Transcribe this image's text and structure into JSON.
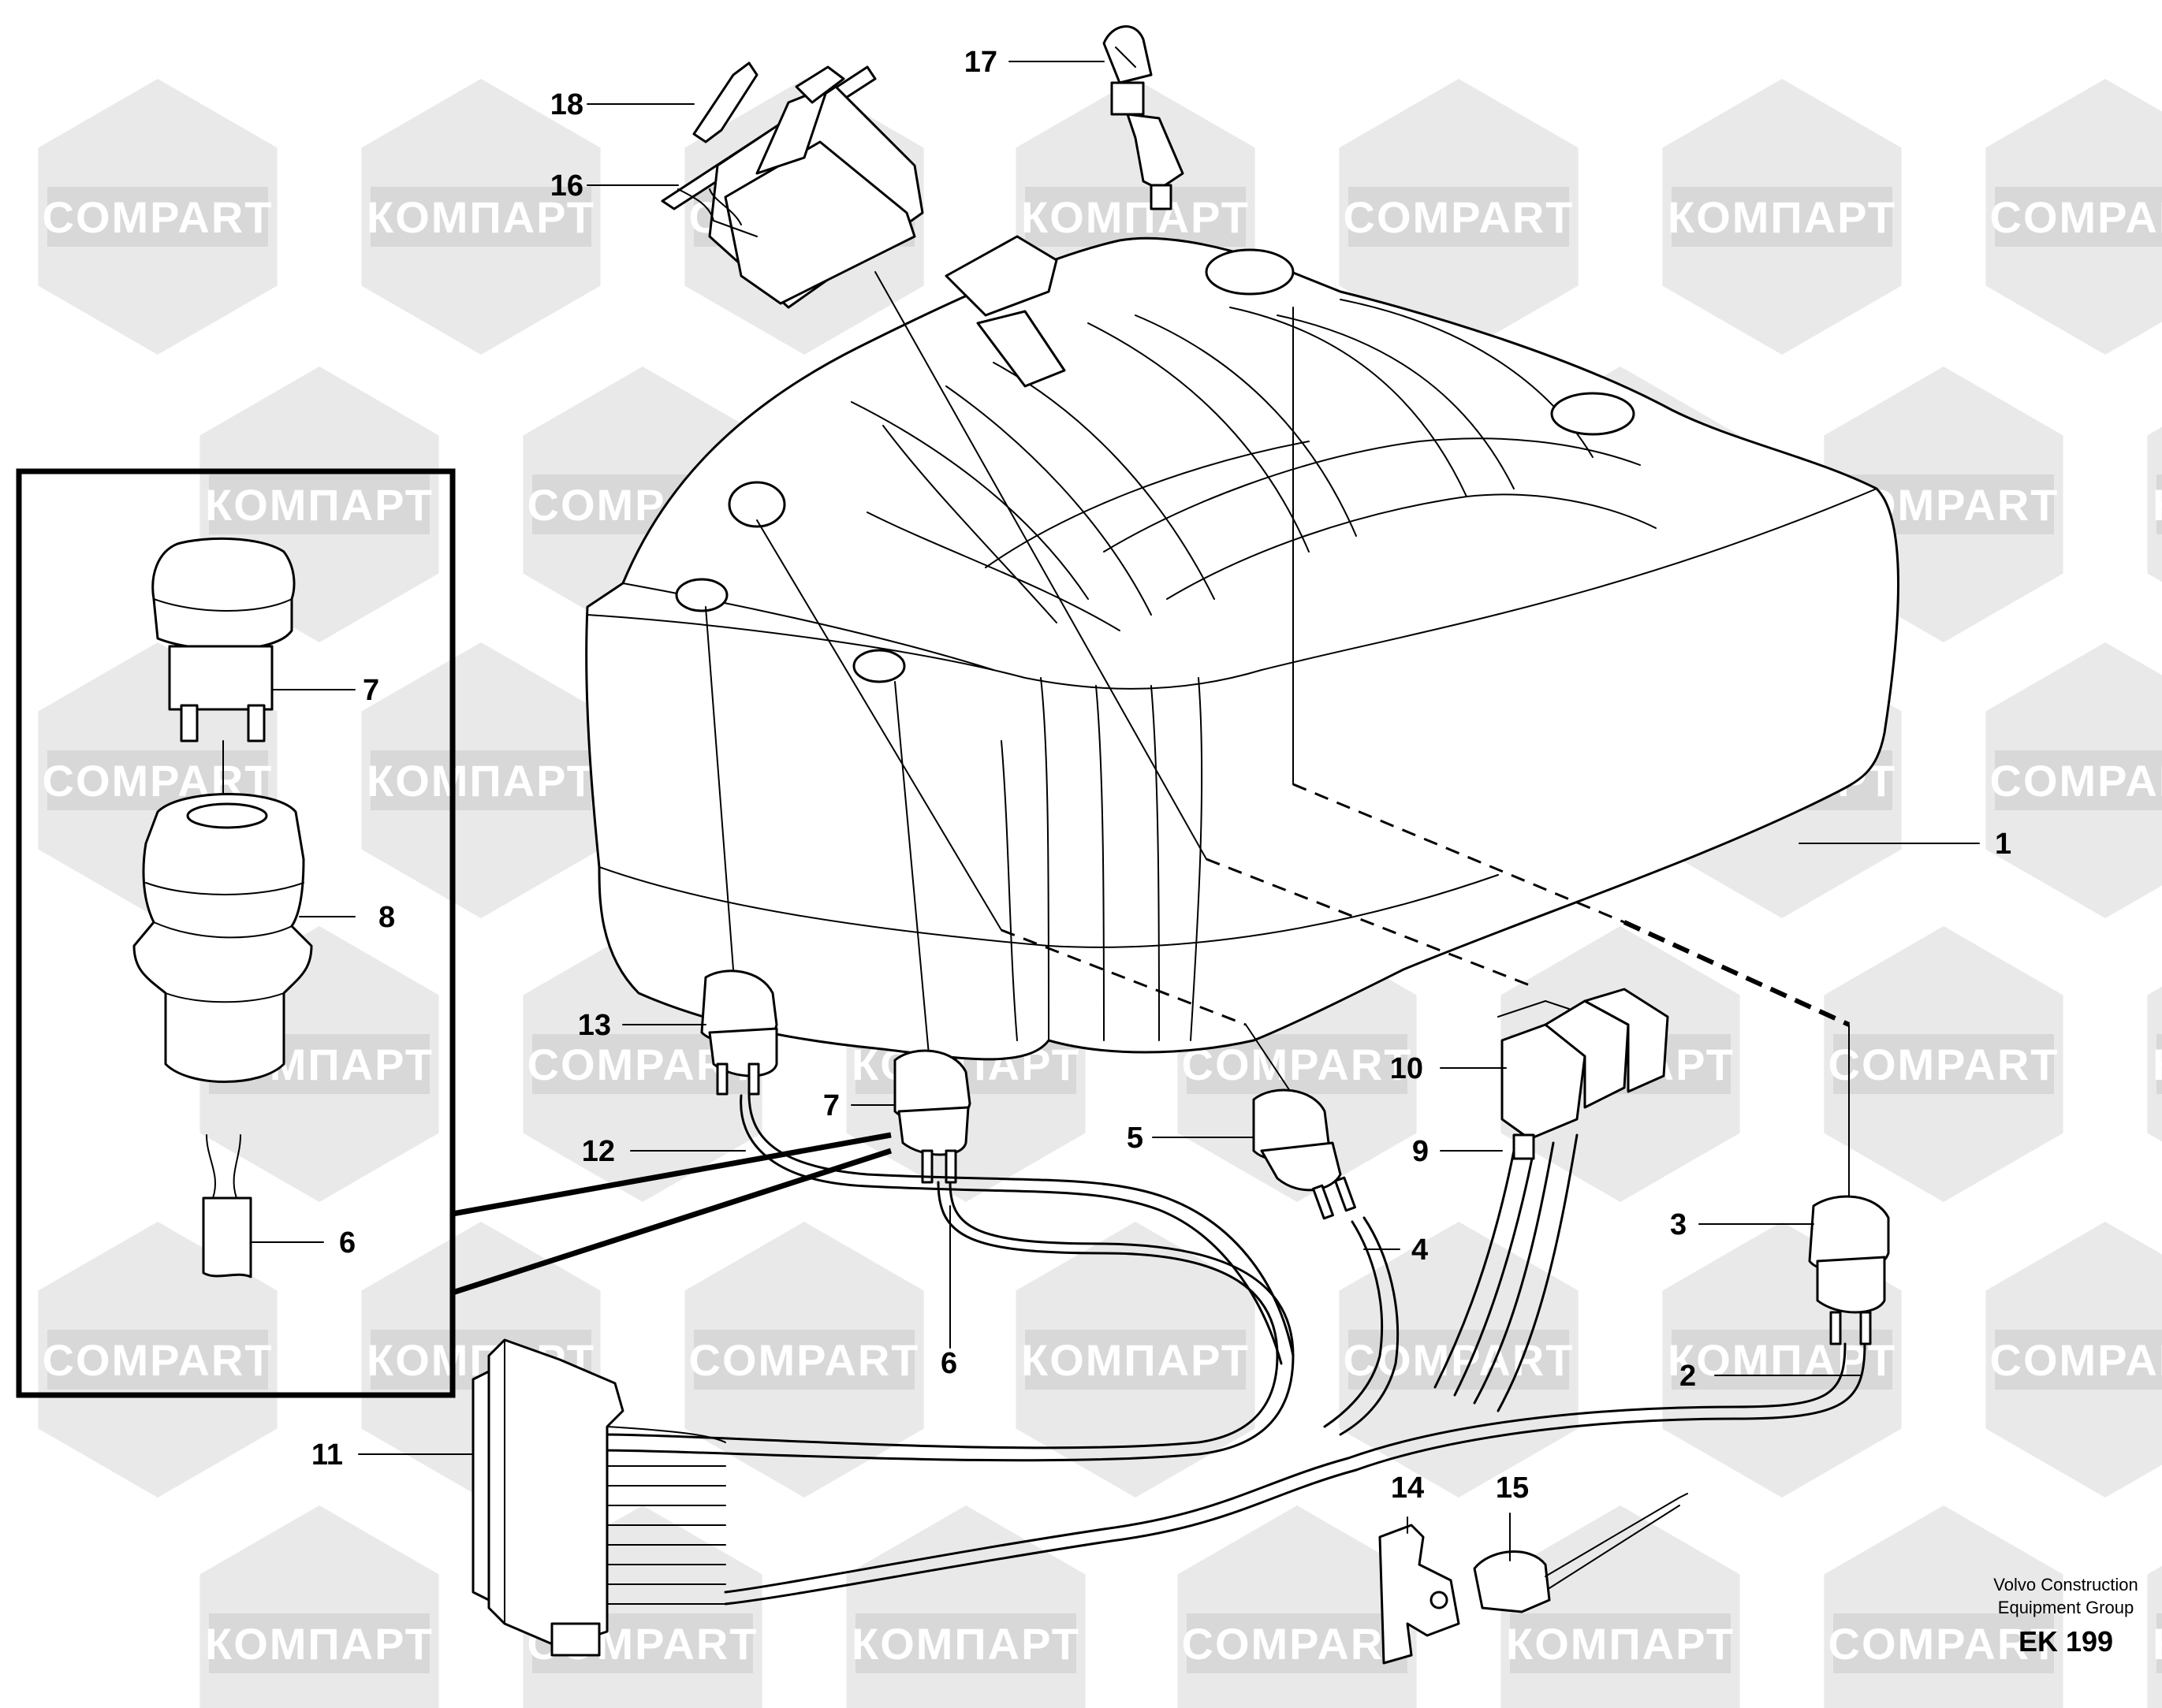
{
  "watermark": {
    "text_latin": "COMPART",
    "text_cyrillic": "КОМПАРТ",
    "colors": {
      "hexagon": "#e9e9e9",
      "band": "#d8d8d8",
      "text": "#ffffff"
    }
  },
  "callouts": [
    {
      "id": "1",
      "label": "1"
    },
    {
      "id": "2",
      "label": "2"
    },
    {
      "id": "3",
      "label": "3"
    },
    {
      "id": "4",
      "label": "4"
    },
    {
      "id": "5",
      "label": "5"
    },
    {
      "id": "6",
      "label": "6"
    },
    {
      "id": "6b",
      "label": "6"
    },
    {
      "id": "7",
      "label": "7"
    },
    {
      "id": "7b",
      "label": "7"
    },
    {
      "id": "8",
      "label": "8"
    },
    {
      "id": "9",
      "label": "9"
    },
    {
      "id": "10",
      "label": "10"
    },
    {
      "id": "11",
      "label": "11"
    },
    {
      "id": "12",
      "label": "12"
    },
    {
      "id": "13",
      "label": "13"
    },
    {
      "id": "14",
      "label": "14"
    },
    {
      "id": "15",
      "label": "15"
    },
    {
      "id": "16",
      "label": "16"
    },
    {
      "id": "17",
      "label": "17"
    },
    {
      "id": "18",
      "label": "18"
    }
  ],
  "footer": {
    "brand_line1": "Volvo Construction",
    "brand_line2": "Equipment Group",
    "code": "EK 199"
  }
}
